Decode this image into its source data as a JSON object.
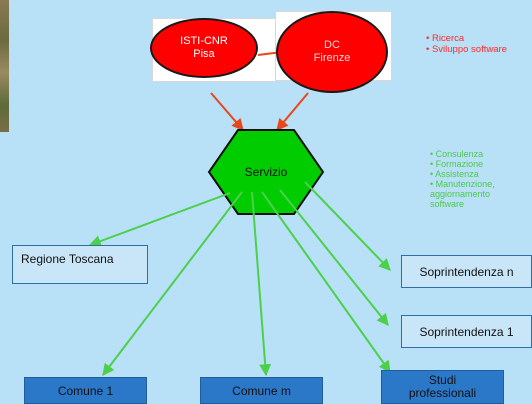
{
  "nodes": {
    "isti": {
      "line1": "ISTI-CNR",
      "line2": "Pisa"
    },
    "dc": {
      "line1": "DC",
      "line2": "Firenze"
    },
    "servizio": "Servizio",
    "regione": "Regione Toscana",
    "soprintendenza_n": "Soprintendenza n",
    "soprintendenza_1": "Soprintendenza 1",
    "comune_1": "Comune 1",
    "comune_m": "Comune m",
    "studi": {
      "line1": "Studi",
      "line2": "professionali"
    }
  },
  "notes_top": [
    "• Ricerca",
    "• Sviluppo software"
  ],
  "notes_side": [
    "• Consulenza",
    "• Formazione",
    "• Assistenza",
    "• Manutenzione,",
    "aggiornamento",
    "software"
  ],
  "colors": {
    "background": "#b8e0f6",
    "ellipse_fill": "#ff0000",
    "isti_text": "#ffffff",
    "dc_text": "#ffd6d6",
    "hexagon_fill": "#00cc00",
    "red_arrow": "#e8471e",
    "green_arrow": "#4cd04c",
    "notes_top_text": "#ff2a2a",
    "notes_side_text": "#4cc94c",
    "box_light": "#c9e6f8",
    "box_dark": "#2b78c8"
  }
}
